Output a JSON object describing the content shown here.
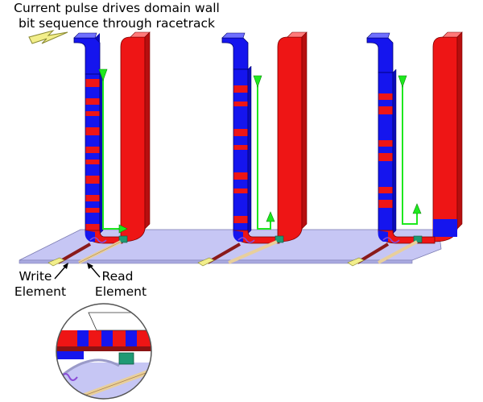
{
  "caption": {
    "line1": "Current pulse drives domain wall",
    "line2": "bit sequence through racetrack"
  },
  "write_label": {
    "line1": "Write",
    "line2": "Element"
  },
  "read_label": {
    "line1": "Read",
    "line2": "Element"
  },
  "colors": {
    "up_domain": "#1515ee",
    "down_domain": "#ee1515",
    "substrate": "#c6c6f4",
    "current_arrow": "#1ee81e",
    "pulse_bolt": "#f2ee8a",
    "read_element": "#1f9a74",
    "write_wire": "#8a1a1a",
    "read_wire": "#e8cf9c"
  },
  "icons": [
    "current-pulse-icon",
    "current-direction-arrow",
    "zoom-inset"
  ]
}
